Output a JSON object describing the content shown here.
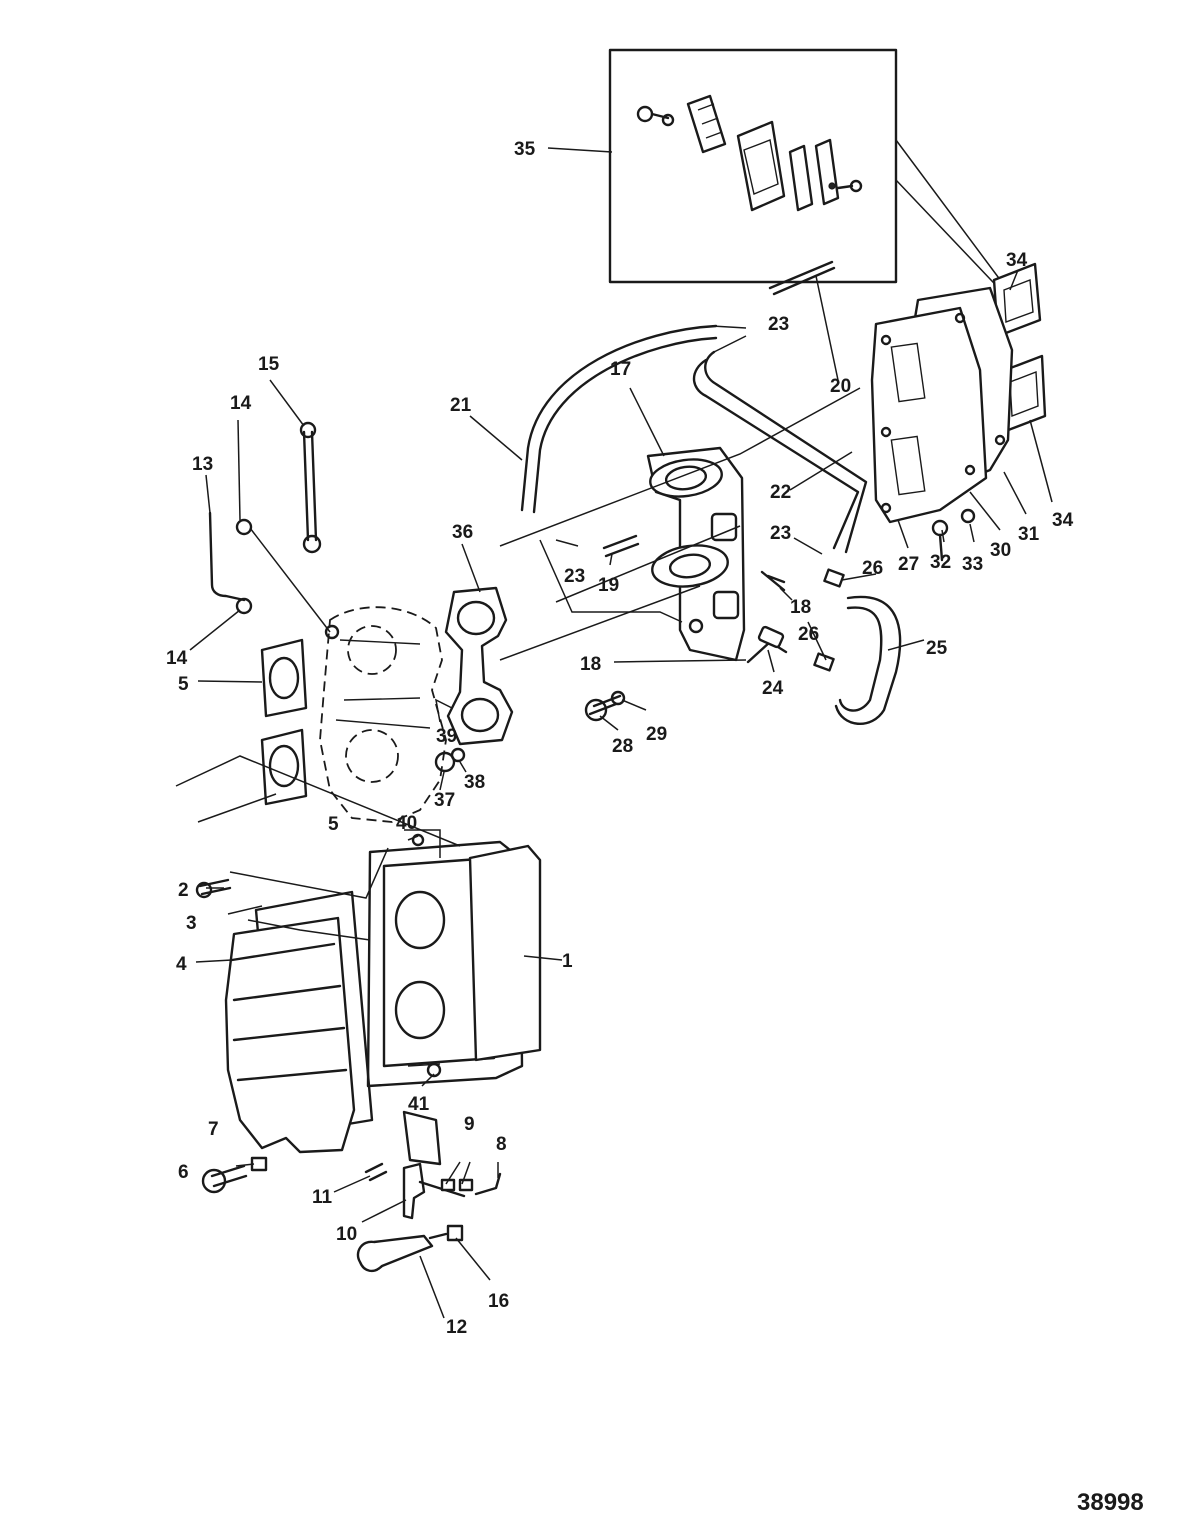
{
  "figure_number": "38998",
  "callouts": [
    "1",
    "2",
    "3",
    "4",
    "5",
    "5",
    "6",
    "7",
    "8",
    "9",
    "10",
    "11",
    "12",
    "13",
    "14",
    "14",
    "15",
    "16",
    "17",
    "18",
    "18",
    "19",
    "20",
    "21",
    "22",
    "23",
    "23",
    "23",
    "24",
    "25",
    "26",
    "26",
    "27",
    "28",
    "29",
    "30",
    "31",
    "32",
    "33",
    "34",
    "34",
    "35",
    "36",
    "37",
    "38",
    "39",
    "40",
    "41"
  ]
}
